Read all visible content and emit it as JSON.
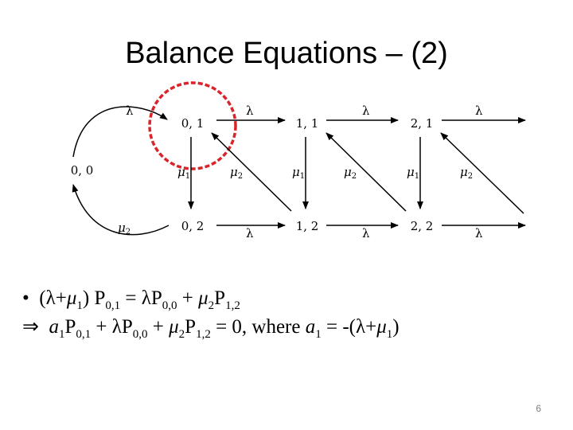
{
  "title": "Balance Equations – (2)",
  "diagram": {
    "states": {
      "s00": "0, 0",
      "s01": "0, 1",
      "s11": "1, 1",
      "s21": "2, 1",
      "s02": "0, 2",
      "s12": "1, 2",
      "s22": "2, 2"
    },
    "labels": {
      "lambda": "λ",
      "mu": "μ",
      "one": "1",
      "two": "2"
    },
    "colors": {
      "highlight": "#d9252a",
      "line": "#000000"
    }
  },
  "equations": {
    "eq1": {
      "bullet": "•",
      "text_a": "(λ+",
      "mu": "μ",
      "sub1": "1",
      "text_b": ") P",
      "sub01": "0,1",
      "text_c": " = λP",
      "sub00": "0,0",
      "text_d": " + ",
      "mu2": "μ",
      "sub2": "2",
      "text_e": "P",
      "sub12": "1,2"
    },
    "eq2": {
      "implies": "⇒",
      "a": "a",
      "sub_a1": "1",
      "text_a": "P",
      "sub01": "0,1",
      "text_b": " + λP",
      "sub00": "0,0",
      "text_c": " + ",
      "mu2": "μ",
      "sub2": "2",
      "text_d": "P",
      "sub12": "1,2",
      "text_e": " = 0, where ",
      "a2": "a",
      "sub_a1b": "1",
      "text_f": " = -(λ+",
      "mu1": "μ",
      "sub1": "1",
      "text_g": ")"
    }
  },
  "page_number": "6"
}
